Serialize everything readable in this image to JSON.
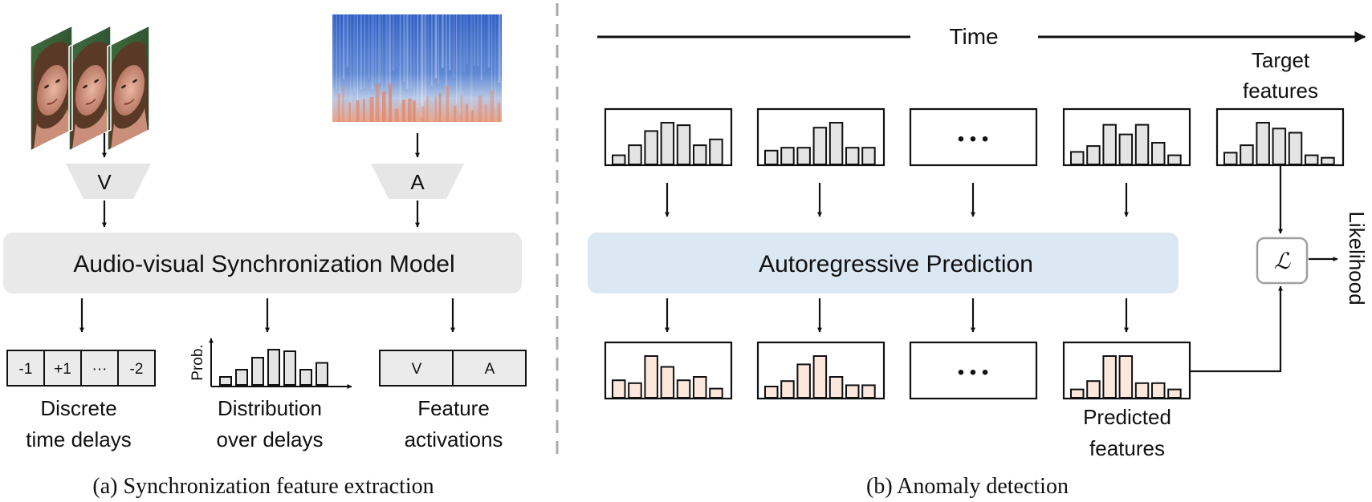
{
  "colors": {
    "ink": "#111111",
    "sync_model_fill": "#e9e9e9",
    "encoder_fill": "#e6e6e6",
    "autoregressive_fill": "#dbe7f3",
    "target_bar_fill": "#e4e4e4",
    "predicted_bar_fill": "#fbe7dc",
    "loss_box_stroke": "#a0a0a0",
    "divider": "#aaaaaa"
  },
  "panel_a": {
    "visual_encoder_label": "V",
    "audio_encoder_label": "A",
    "sync_model_label": "Audio-visual Synchronization Model",
    "delays": [
      "-1",
      "+1",
      "···",
      "-2"
    ],
    "delays_caption": [
      "Discrete",
      "time delays"
    ],
    "distribution_ylabel": "Prob.",
    "distribution_caption": [
      "Distribution",
      "over delays"
    ],
    "distribution_levels": [
      0.2,
      0.38,
      0.68,
      0.88,
      0.84,
      0.38,
      0.55
    ],
    "activations": [
      "V",
      "A"
    ],
    "activations_caption": [
      "Feature",
      "activations"
    ],
    "caption": "(a) Synchronization feature extraction"
  },
  "panel_b": {
    "time_label": "Time",
    "target_label": [
      "Target",
      "features"
    ],
    "autoregressive_label": "Autoregressive Prediction",
    "loss_symbol": "ℒ",
    "likelihood_label": "Likelihood",
    "predicted_label": [
      "Predicted",
      "features"
    ],
    "ellipsis": "• • •",
    "input_histograms": [
      [
        0.22,
        0.46,
        0.8,
        1.0,
        0.94,
        0.46,
        0.6
      ],
      [
        0.33,
        0.4,
        0.4,
        0.88,
        1.0,
        0.4,
        0.4
      ],
      null,
      [
        0.3,
        0.44,
        0.95,
        0.72,
        0.95,
        0.52,
        0.22
      ],
      [
        0.28,
        0.46,
        1.0,
        0.86,
        0.76,
        0.22,
        0.16
      ]
    ],
    "predicted_histograms": [
      [
        0.42,
        0.35,
        1.0,
        0.74,
        0.42,
        0.5,
        0.22
      ],
      [
        0.27,
        0.4,
        0.8,
        1.0,
        0.5,
        0.3,
        0.3
      ],
      null,
      [
        0.2,
        0.4,
        1.0,
        1.0,
        0.35,
        0.35,
        0.2
      ]
    ],
    "caption": "(b) Anomaly detection"
  }
}
